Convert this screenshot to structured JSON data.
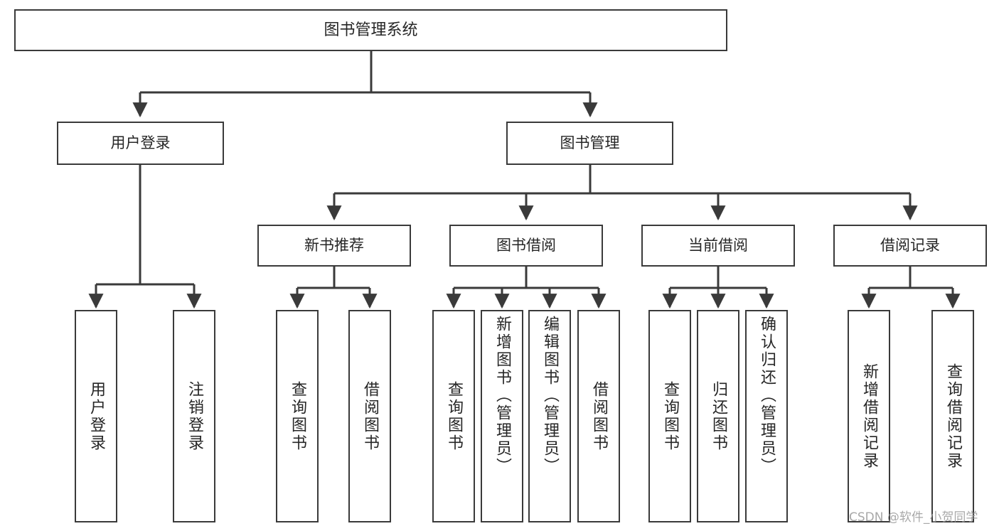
{
  "diagram": {
    "type": "tree-hierarchy-chart",
    "title": "图书管理系统",
    "level1": {
      "label": "图书管理系统"
    },
    "level2": [
      {
        "label": "用户登录"
      },
      {
        "label": "图书管理"
      }
    ],
    "level3": [
      {
        "label": "新书推荐"
      },
      {
        "label": "图书借阅"
      },
      {
        "label": "当前借阅"
      },
      {
        "label": "借阅记录"
      }
    ],
    "leaves": [
      {
        "label": "用户登录",
        "align": "mid"
      },
      {
        "label": "注销登录",
        "align": "mid"
      },
      {
        "label": "查询图书",
        "align": "mid"
      },
      {
        "label": "借阅图书",
        "align": "mid"
      },
      {
        "label": "查询图书",
        "align": "mid"
      },
      {
        "label": "新增图书（管理员）",
        "align": "top"
      },
      {
        "label": "编辑图书（管理员）",
        "align": "top"
      },
      {
        "label": "借阅图书",
        "align": "mid"
      },
      {
        "label": "查询图书",
        "align": "mid"
      },
      {
        "label": "归还图书",
        "align": "mid"
      },
      {
        "label": "确认归还（管理员）",
        "align": "top"
      },
      {
        "label": "新增借阅记录",
        "align": "mid"
      },
      {
        "label": "查询借阅记录",
        "align": "mid"
      }
    ]
  },
  "watermark": {
    "text": "CSDN @软件_小贺同学"
  },
  "colors": {
    "box_border": "#3a3a3a",
    "text": "#262626",
    "background": "#ffffff",
    "watermark": "#9a9a9a"
  }
}
